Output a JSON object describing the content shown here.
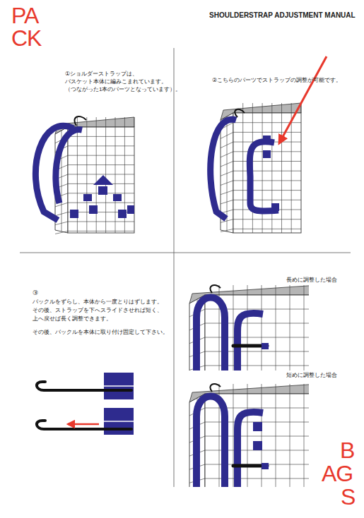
{
  "diagram": {
    "title": "SHOULDERSTRAP ADJUSTMENT MANUAL",
    "labels": [
      "PA",
      "CK",
      "①ショルダーストラップは、",
      "バスケット本体に編みこまれています。",
      "（つながった1本のパーツとなっています）。",
      "②こちらのパーツでストラップの調整が可能です。",
      "③",
      "バックルをずらし、本体から一度とりはずします。",
      "その後、ストラップを下へスライドさせれば短く、",
      "上へ戻せば長く調整できます。",
      "その後、バックルを本体に取り付け固定して下さい。",
      "長めに調整した場合",
      "短めに調整した場合",
      "B",
      "AG",
      "S"
    ]
  }
}
